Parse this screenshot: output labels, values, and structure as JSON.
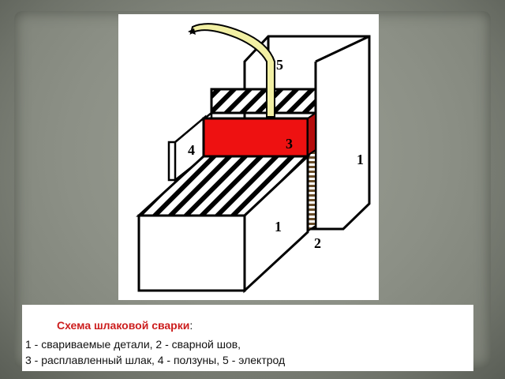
{
  "diagram": {
    "labels": {
      "electrode": "5",
      "slag": "3",
      "slider": "4",
      "part_right": "1",
      "part_front": "1",
      "weld": "2"
    },
    "colors": {
      "slag": "#ee1111",
      "electrode": "#f2f0a4",
      "outline": "#000000"
    }
  },
  "caption": {
    "title": "Схема шлаковой сварки",
    "title_suffix": ":",
    "line1": "1 - свариваемые детали, 2 - сварной шов,",
    "line2": "3 - расплавленный шлак, 4 - ползуны, 5 - электрод"
  }
}
